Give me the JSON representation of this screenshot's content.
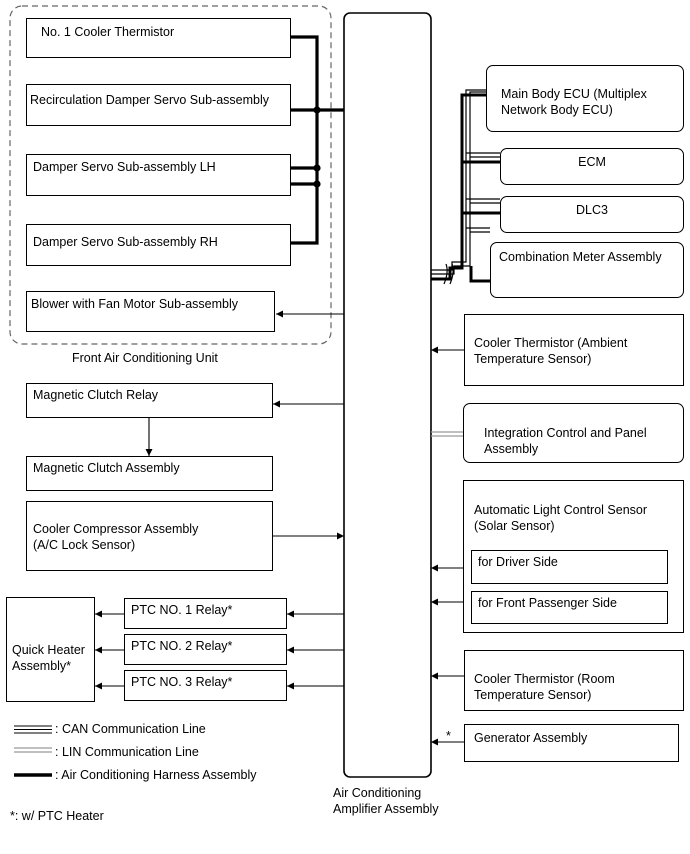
{
  "amplifier": {
    "label": "Air Conditioning\nAmplifier Assembly"
  },
  "front_unit": {
    "label": "Front Air Conditioning Unit",
    "components": {
      "cooler_thermistor_1": "No. 1 Cooler Thermistor",
      "recirc_damper": "Recirculation Damper Servo Sub-assembly",
      "damper_lh": "Damper Servo Sub-assembly LH",
      "damper_rh": "Damper Servo Sub-assembly RH",
      "blower": "Blower with Fan Motor Sub-assembly"
    }
  },
  "left": {
    "magnetic_clutch_relay": "Magnetic Clutch Relay",
    "magnetic_clutch_assembly": "Magnetic Clutch Assembly",
    "cooler_compressor": "Cooler Compressor Assembly\n(A/C Lock Sensor)",
    "quick_heater": "Quick Heater\nAssembly*",
    "ptc_relays": [
      "PTC NO. 1 Relay*",
      "PTC NO. 2 Relay*",
      "PTC NO. 3 Relay*"
    ]
  },
  "right": {
    "main_body_ecu": "Main Body ECU (Multiplex\nNetwork Body ECU)",
    "ecm": "ECM",
    "dlc3": "DLC3",
    "combination_meter": "Combination Meter Assembly",
    "ambient_sensor": "Cooler Thermistor (Ambient\nTemperature Sensor)",
    "integration_panel": "Integration Control and Panel\nAssembly",
    "solar_sensor": "Automatic Light Control Sensor\n(Solar Sensor)",
    "driver_side": "for Driver Side",
    "passenger_side": "for Front Passenger Side",
    "room_sensor": "Cooler Thermistor (Room\nTemperature Sensor)",
    "generator": "Generator Assembly",
    "generator_mark": "*"
  },
  "legend": {
    "can": ": CAN Communication Line",
    "lin": ": LIN Communication Line",
    "harness": ": Air Conditioning Harness Assembly"
  },
  "footnote": "*: w/ PTC Heater"
}
